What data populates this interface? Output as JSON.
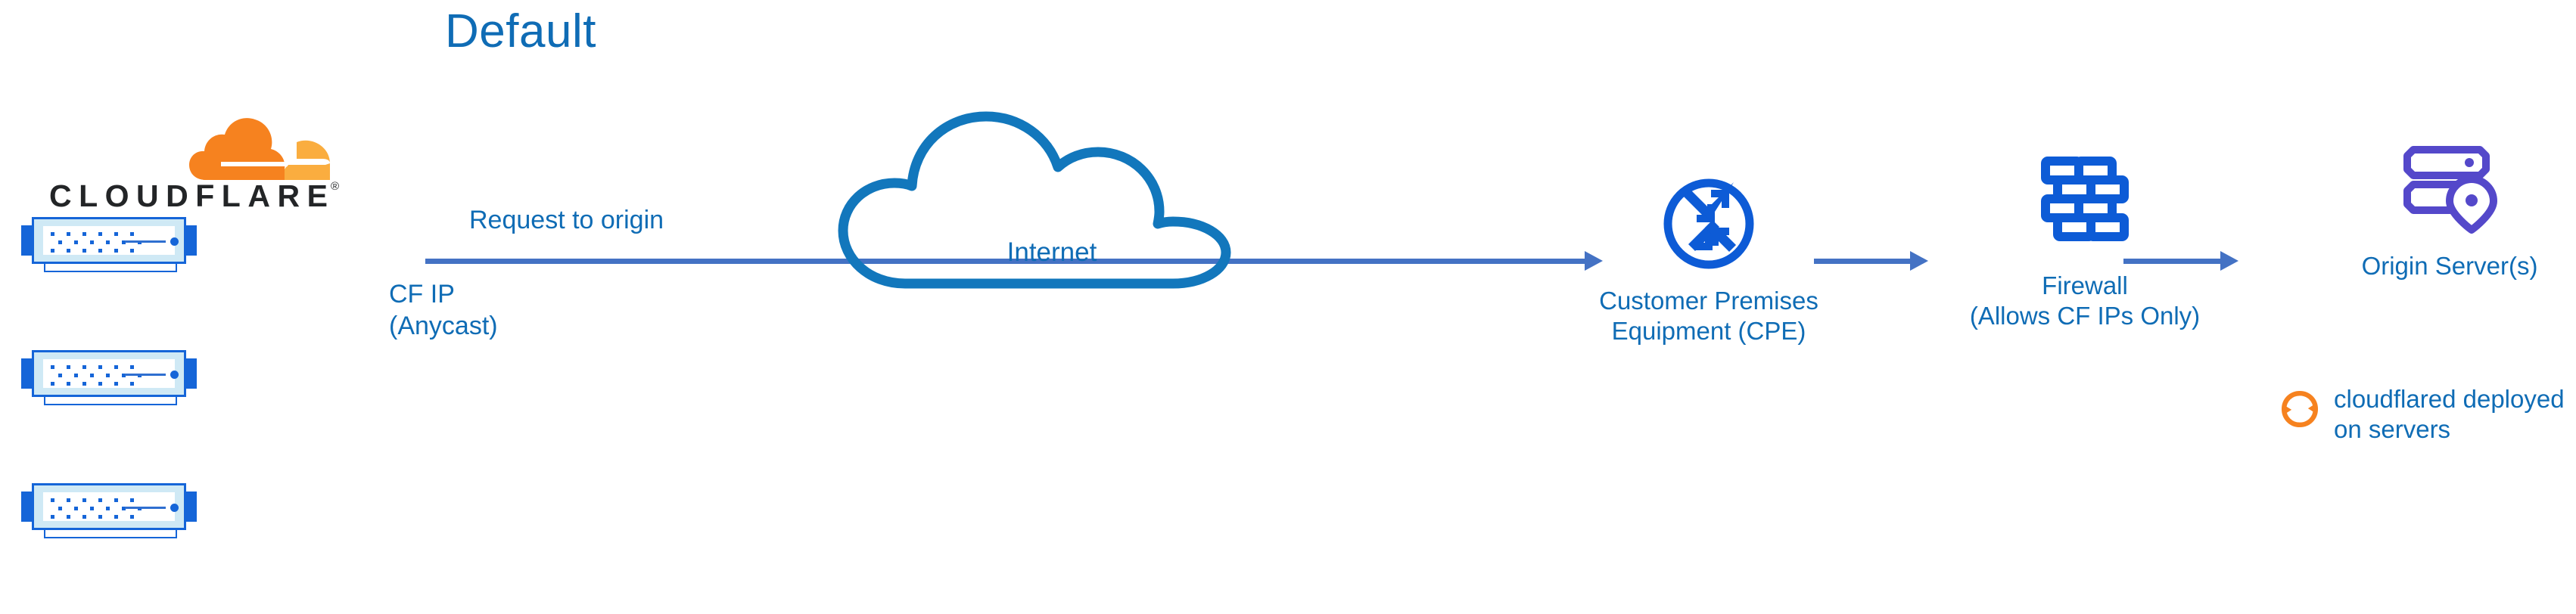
{
  "diagram": {
    "title": "Default",
    "type": "network-architecture-flow",
    "brand": {
      "name": "CLOUDFLARE",
      "registered_mark": "®",
      "logo_icon": "cloudflare-cloud-logo"
    },
    "colors": {
      "title_blue": "#0f6cb5",
      "label_blue": "#0f6cb5",
      "icon_blue": "#0d5bd6",
      "server_blue": "#1565d8",
      "server_fill": "#cfe9f5",
      "cloud_outline": "#1277bc",
      "arrow_blue": "#4472c4",
      "origin_purple": "#5448ca",
      "cloudflare_orange": "#f6821f",
      "cloudflare_orange_light": "#faad3f",
      "wordmark_black": "#232527",
      "background": "#ffffff"
    }
  },
  "left_cluster": {
    "name": "cloudflare-edge",
    "server_count": 3,
    "servers": [
      {
        "label": "cloudflare-edge-server-1"
      },
      {
        "label": "cloudflare-edge-server-2"
      },
      {
        "label": "cloudflare-edge-server-3"
      }
    ]
  },
  "flow": {
    "request_label": "Request to origin",
    "source_ip_label": "CF IP\n(Anycast)",
    "arrows": [
      {
        "name": "edge-to-internet-to-cpe",
        "from": "cloudflare-edge",
        "to": "cpe"
      },
      {
        "name": "cpe-to-firewall",
        "from": "cpe",
        "to": "firewall"
      },
      {
        "name": "firewall-to-origin",
        "from": "firewall",
        "to": "origin"
      }
    ]
  },
  "nodes": {
    "internet": {
      "label": "Internet",
      "icon": "cloud-outline-icon"
    },
    "cpe": {
      "label_line1": "Customer Premises",
      "label_line2": "Equipment (CPE)",
      "icon": "router-icon"
    },
    "firewall": {
      "label_line1": "Firewall",
      "label_line2": "(Allows CF IPs Only)",
      "icon": "brick-wall-icon"
    },
    "origin": {
      "label": "Origin Server(s)",
      "icon": "server-rack-location-pin-icon"
    }
  },
  "annotations": {
    "cloudflared": {
      "icon": "sync-refresh-icon",
      "text": "cloudflared deployed on servers"
    }
  }
}
